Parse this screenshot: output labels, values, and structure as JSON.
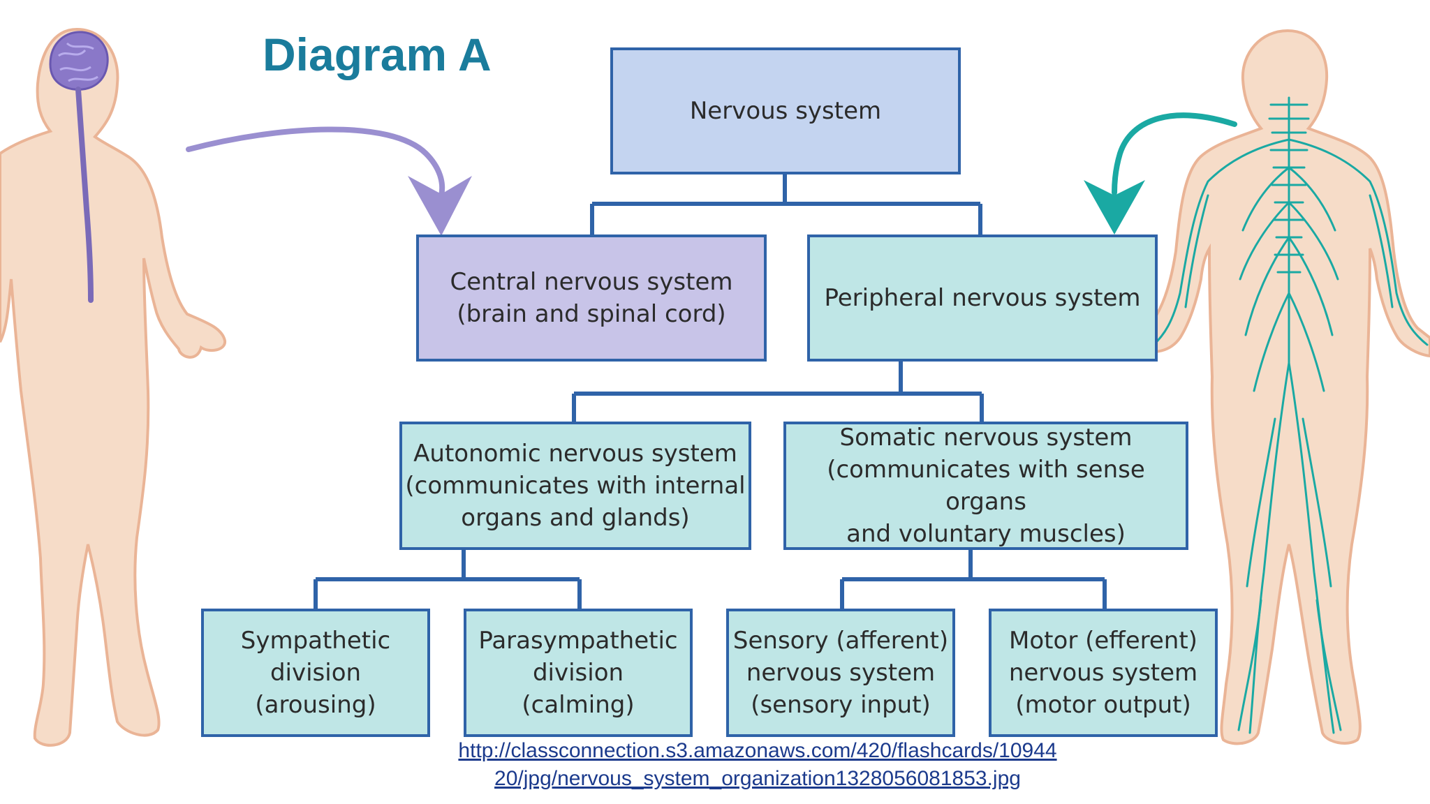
{
  "title": "Diagram A",
  "colors": {
    "connector": "#2f63a8",
    "cns_accent": "#9a8fd0",
    "pns_accent": "#1aa9a3",
    "body_skin": "#f6dcc8",
    "body_outline": "#eab496"
  },
  "nodes": {
    "nervous_system": {
      "lines": [
        "Nervous system"
      ]
    },
    "central": {
      "lines": [
        "Central nervous system",
        "(brain and spinal cord)"
      ]
    },
    "peripheral": {
      "lines": [
        "Peripheral nervous system"
      ]
    },
    "autonomic": {
      "lines": [
        "Autonomic nervous system",
        "(communicates with internal",
        "organs and glands)"
      ]
    },
    "somatic": {
      "lines": [
        "Somatic nervous system",
        "(communicates with sense organs",
        "and voluntary muscles)"
      ]
    },
    "sympathetic": {
      "lines": [
        "Sympathetic",
        "division",
        "(arousing)"
      ]
    },
    "parasympathetic": {
      "lines": [
        "Parasympathetic",
        "division",
        "(calming)"
      ]
    },
    "sensory": {
      "lines": [
        "Sensory (afferent)",
        "nervous system",
        "(sensory input)"
      ]
    },
    "motor": {
      "lines": [
        "Motor (efferent)",
        "nervous system",
        "(motor output)"
      ]
    }
  },
  "source_url": {
    "line1": "http://classconnection.s3.amazonaws.com/420/flashcards/10944",
    "line2": "20/jpg/nervous_system_organization1328056081853.jpg"
  }
}
